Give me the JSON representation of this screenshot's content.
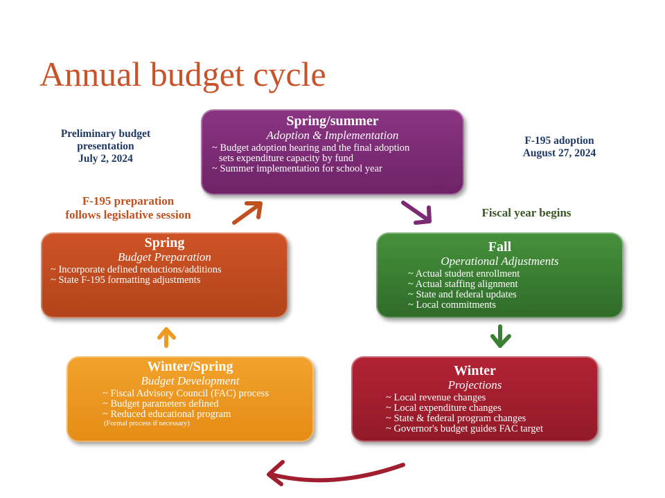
{
  "title": "Annual budget cycle",
  "notes": {
    "preliminary": [
      "Preliminary budget",
      "presentation",
      "July 2, 2024"
    ],
    "adoption": [
      "F-195 adoption",
      "August 27, 2024"
    ],
    "f195_prep": [
      "F-195 preparation",
      "follows legislative session"
    ],
    "fiscal_year": "Fiscal year begins"
  },
  "stages": {
    "spring_summer": {
      "name": "Spring/summer",
      "subtitle": "Adoption & Implementation",
      "items": [
        "~ Budget adoption hearing and the final adoption",
        "sets expenditure capacity by fund",
        "~ Summer implementation for school year"
      ]
    },
    "fall": {
      "name": "Fall",
      "subtitle": "Operational Adjustments",
      "items": [
        "~ Actual student enrollment",
        "~ Actual staffing alignment",
        "~ State and federal updates",
        "~ Local commitments"
      ]
    },
    "spring": {
      "name": "Spring",
      "subtitle": "Budget Preparation",
      "items": [
        "~ Incorporate defined reductions/additions",
        "~ State F-195 formatting adjustments"
      ]
    },
    "winter": {
      "name": "Winter",
      "subtitle": "Projections",
      "items": [
        "~ Local revenue changes",
        "~ Local expenditure changes",
        "~ State & federal program changes",
        "~ Governor's budget guides FAC target"
      ]
    },
    "winter_spring": {
      "name": "Winter/Spring",
      "subtitle": "Budget Development",
      "items": [
        "~ Fiscal Advisory Council  (FAC) process",
        "~ Budget parameters defined",
        "~ Reduced educational program"
      ],
      "note": "(Formal process if necessary)"
    }
  },
  "colors": {
    "title": "#c8532a",
    "spring_summer": "#7b2b74",
    "fall": "#3a7f33",
    "spring": "#c04a1f",
    "winter": "#a11e2f",
    "winter_spring": "#ee9a22"
  }
}
